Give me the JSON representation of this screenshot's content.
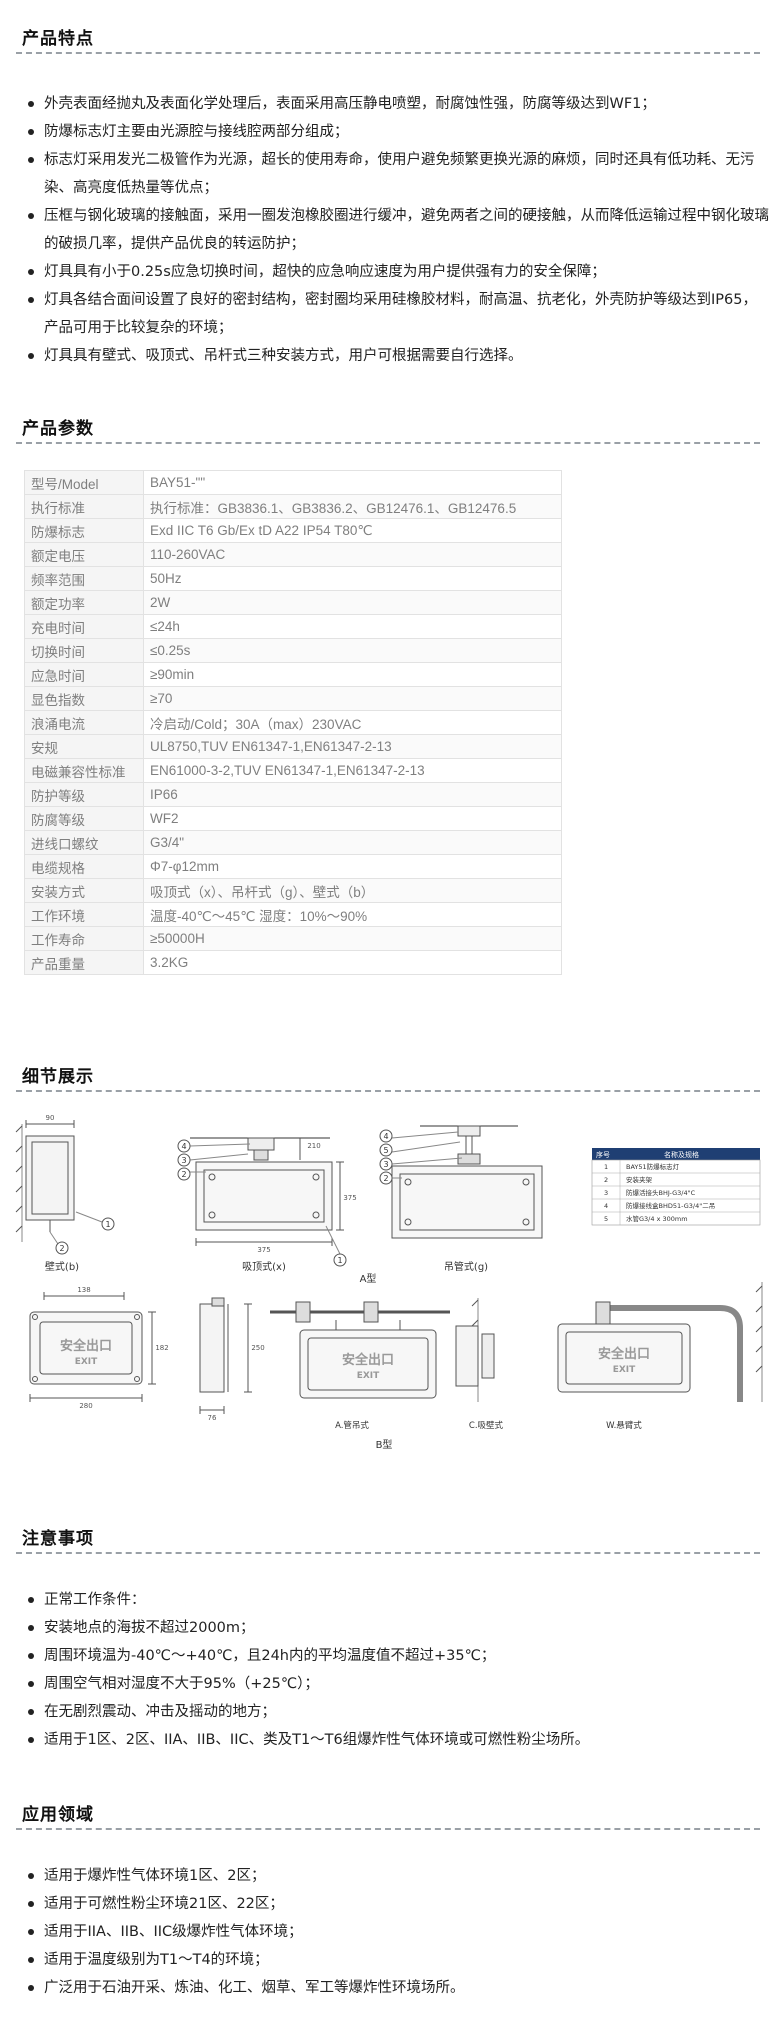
{
  "features": {
    "title": "产品特点",
    "items": [
      "外壳表面经抛丸及表面化学处理后，表面采用高压静电喷塑，耐腐蚀性强，防腐等级达到WF1；",
      "防爆标志灯主要由光源腔与接线腔两部分组成；",
      "标志灯采用发光二极管作为光源，超长的使用寿命，使用户避免频繁更换光源的麻烦，同时还具有低功耗、无污染、高亮度低热量等优点；",
      "压框与钢化玻璃的接触面，采用一圈发泡橡胶圈进行缓冲，避免两者之间的硬接触，从而降低运输过程中钢化玻璃的破损几率，提供产品优良的转运防护；",
      "灯具具有小于0.25s应急切换时间，超快的应急响应速度为用户提供强有力的安全保障；",
      "灯具各结合面间设置了良好的密封结构，密封圈均采用硅橡胶材料，耐高温、抗老化，外壳防护等级达到IP65，产品可用于比较复杂的环境；",
      "灯具具有壁式、吸顶式、吊杆式三种安装方式，用户可根据需要自行选择。"
    ]
  },
  "params": {
    "title": "产品参数",
    "rows": [
      {
        "key": "型号/Model",
        "value": "BAY51-\"\""
      },
      {
        "key": "执行标准",
        "value": "执行标准：GB3836.1、GB3836.2、GB12476.1、GB12476.5"
      },
      {
        "key": "防爆标志",
        "value": "Exd IIC T6 Gb/Ex tD A22 IP54 T80℃"
      },
      {
        "key": "额定电压",
        "value": "110-260VAC"
      },
      {
        "key": "频率范围",
        "value": "50Hz"
      },
      {
        "key": "额定功率",
        "value": "2W"
      },
      {
        "key": "充电时间",
        "value": "≤24h"
      },
      {
        "key": "切换时间",
        "value": "≤0.25s"
      },
      {
        "key": "应急时间",
        "value": "≥90min"
      },
      {
        "key": "显色指数",
        "value": "≥70"
      },
      {
        "key": "浪涌电流",
        "value": "冷启动/Cold；30A（max）230VAC"
      },
      {
        "key": "安规",
        "value": "UL8750,TUV EN61347-1,EN61347-2-13"
      },
      {
        "key": "电磁兼容性标准",
        "value": "EN61000-3-2,TUV EN61347-1,EN61347-2-13"
      },
      {
        "key": "防护等级",
        "value": "IP66"
      },
      {
        "key": "防腐等级",
        "value": "WF2"
      },
      {
        "key": "进线口螺纹",
        "value": "G3/4\""
      },
      {
        "key": "电缆规格",
        "value": "Φ7-φ12mm"
      },
      {
        "key": "安装方式",
        "value": "吸顶式（x）、吊杆式（g）、壁式（b）"
      },
      {
        "key": "工作环境",
        "value": "温度-40℃～45℃   湿度：10%～90%"
      },
      {
        "key": "工作寿命",
        "value": "≥50000H"
      },
      {
        "key": "产品重量",
        "value": "3.2KG"
      }
    ]
  },
  "details": {
    "title": "细节展示",
    "a_labels": {
      "wall": "壁式(b)",
      "ceiling": "吸顶式(x)",
      "pipe": "吊管式(g)",
      "group": "A型"
    },
    "b_labels": {
      "pipe": "A.管吊式",
      "ceiling": "C.吸壁式",
      "wall": "W.悬臂式",
      "group": "B型"
    },
    "sign_text": "安全出口",
    "sign_exit": "EXIT",
    "dims": {
      "d90": "90",
      "d210": "210",
      "d375h": "375",
      "d375w": "375",
      "d138": "138",
      "d182": "182",
      "d280": "280",
      "d76": "76",
      "d250": "250"
    },
    "callouts": [
      "1",
      "2",
      "3",
      "4",
      "5"
    ],
    "legend": {
      "headers": [
        "序号",
        "名称及规格"
      ],
      "rows": [
        [
          "1",
          "BAY51防爆标志灯"
        ],
        [
          "2",
          "安装夹架"
        ],
        [
          "3",
          "防爆活接头BHJ-G3/4\"C"
        ],
        [
          "4",
          "防爆接线盒BHD51-G3/4\"二吊"
        ],
        [
          "5",
          "水管G3/4 x 300mm"
        ]
      ]
    }
  },
  "notice": {
    "title": "注意事项",
    "items": [
      "正常工作条件：",
      "安装地点的海拔不超过2000m；",
      "周围环境温为-40℃～+40℃，且24h内的平均温度值不超过+35℃；",
      "周围空气相对湿度不大于95%（+25℃）；",
      "在无剧烈震动、冲击及摇动的地方；",
      "适用于1区、2区、IIA、IIB、IIC、类及T1～T6组爆炸性气体环境或可燃性粉尘场所。"
    ]
  },
  "application": {
    "title": "应用领域",
    "items": [
      "适用于爆炸性气体环境1区、2区；",
      "适用于可燃性粉尘环境21区、22区；",
      "适用于IIA、IIB、IIC级爆炸性气体环境；",
      "适用于温度级别为T1～T4的环境；",
      "广泛用于石油开采、炼油、化工、烟草、军工等爆炸性环境场所。"
    ]
  }
}
